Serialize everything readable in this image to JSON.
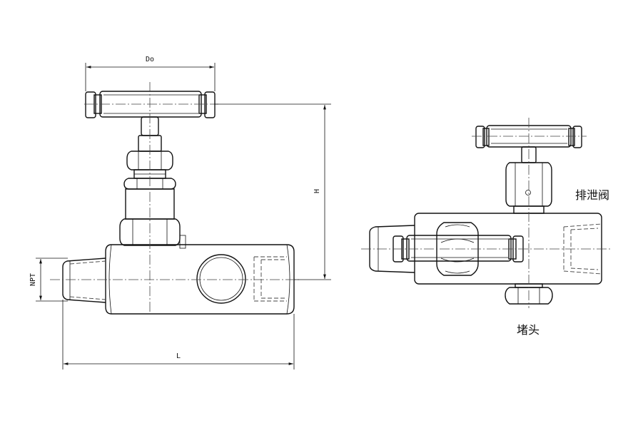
{
  "dimensions": {
    "do_label": "Do",
    "h_label": "H",
    "npt_label": "NPT",
    "l_label": "L"
  },
  "callouts": {
    "drain_valve": "排泄阀",
    "plug": "堵头"
  }
}
